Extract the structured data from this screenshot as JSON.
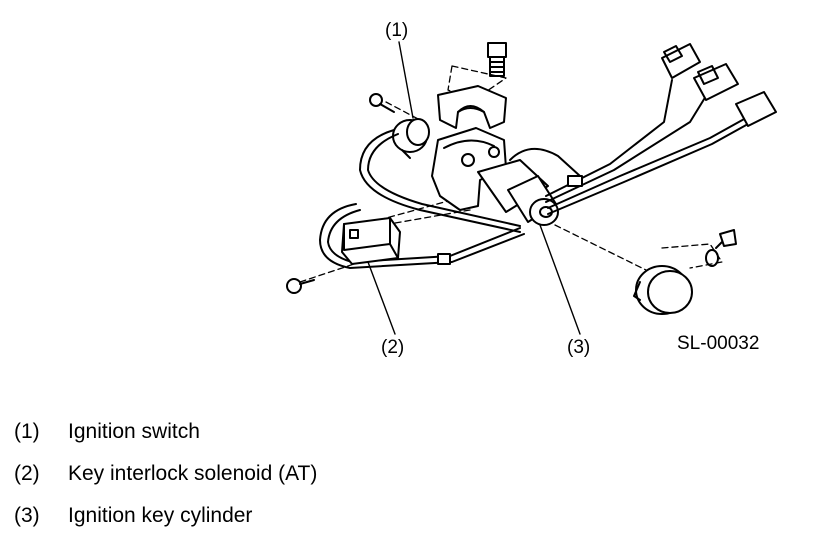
{
  "figure": {
    "callouts": [
      "(1)",
      "(2)",
      "(3)"
    ],
    "figure_id": "SL-00032"
  },
  "legend": [
    {
      "num": "(1)",
      "text": "Ignition switch"
    },
    {
      "num": "(2)",
      "text": "Key interlock solenoid (AT)"
    },
    {
      "num": "(3)",
      "text": "Ignition key cylinder"
    }
  ]
}
